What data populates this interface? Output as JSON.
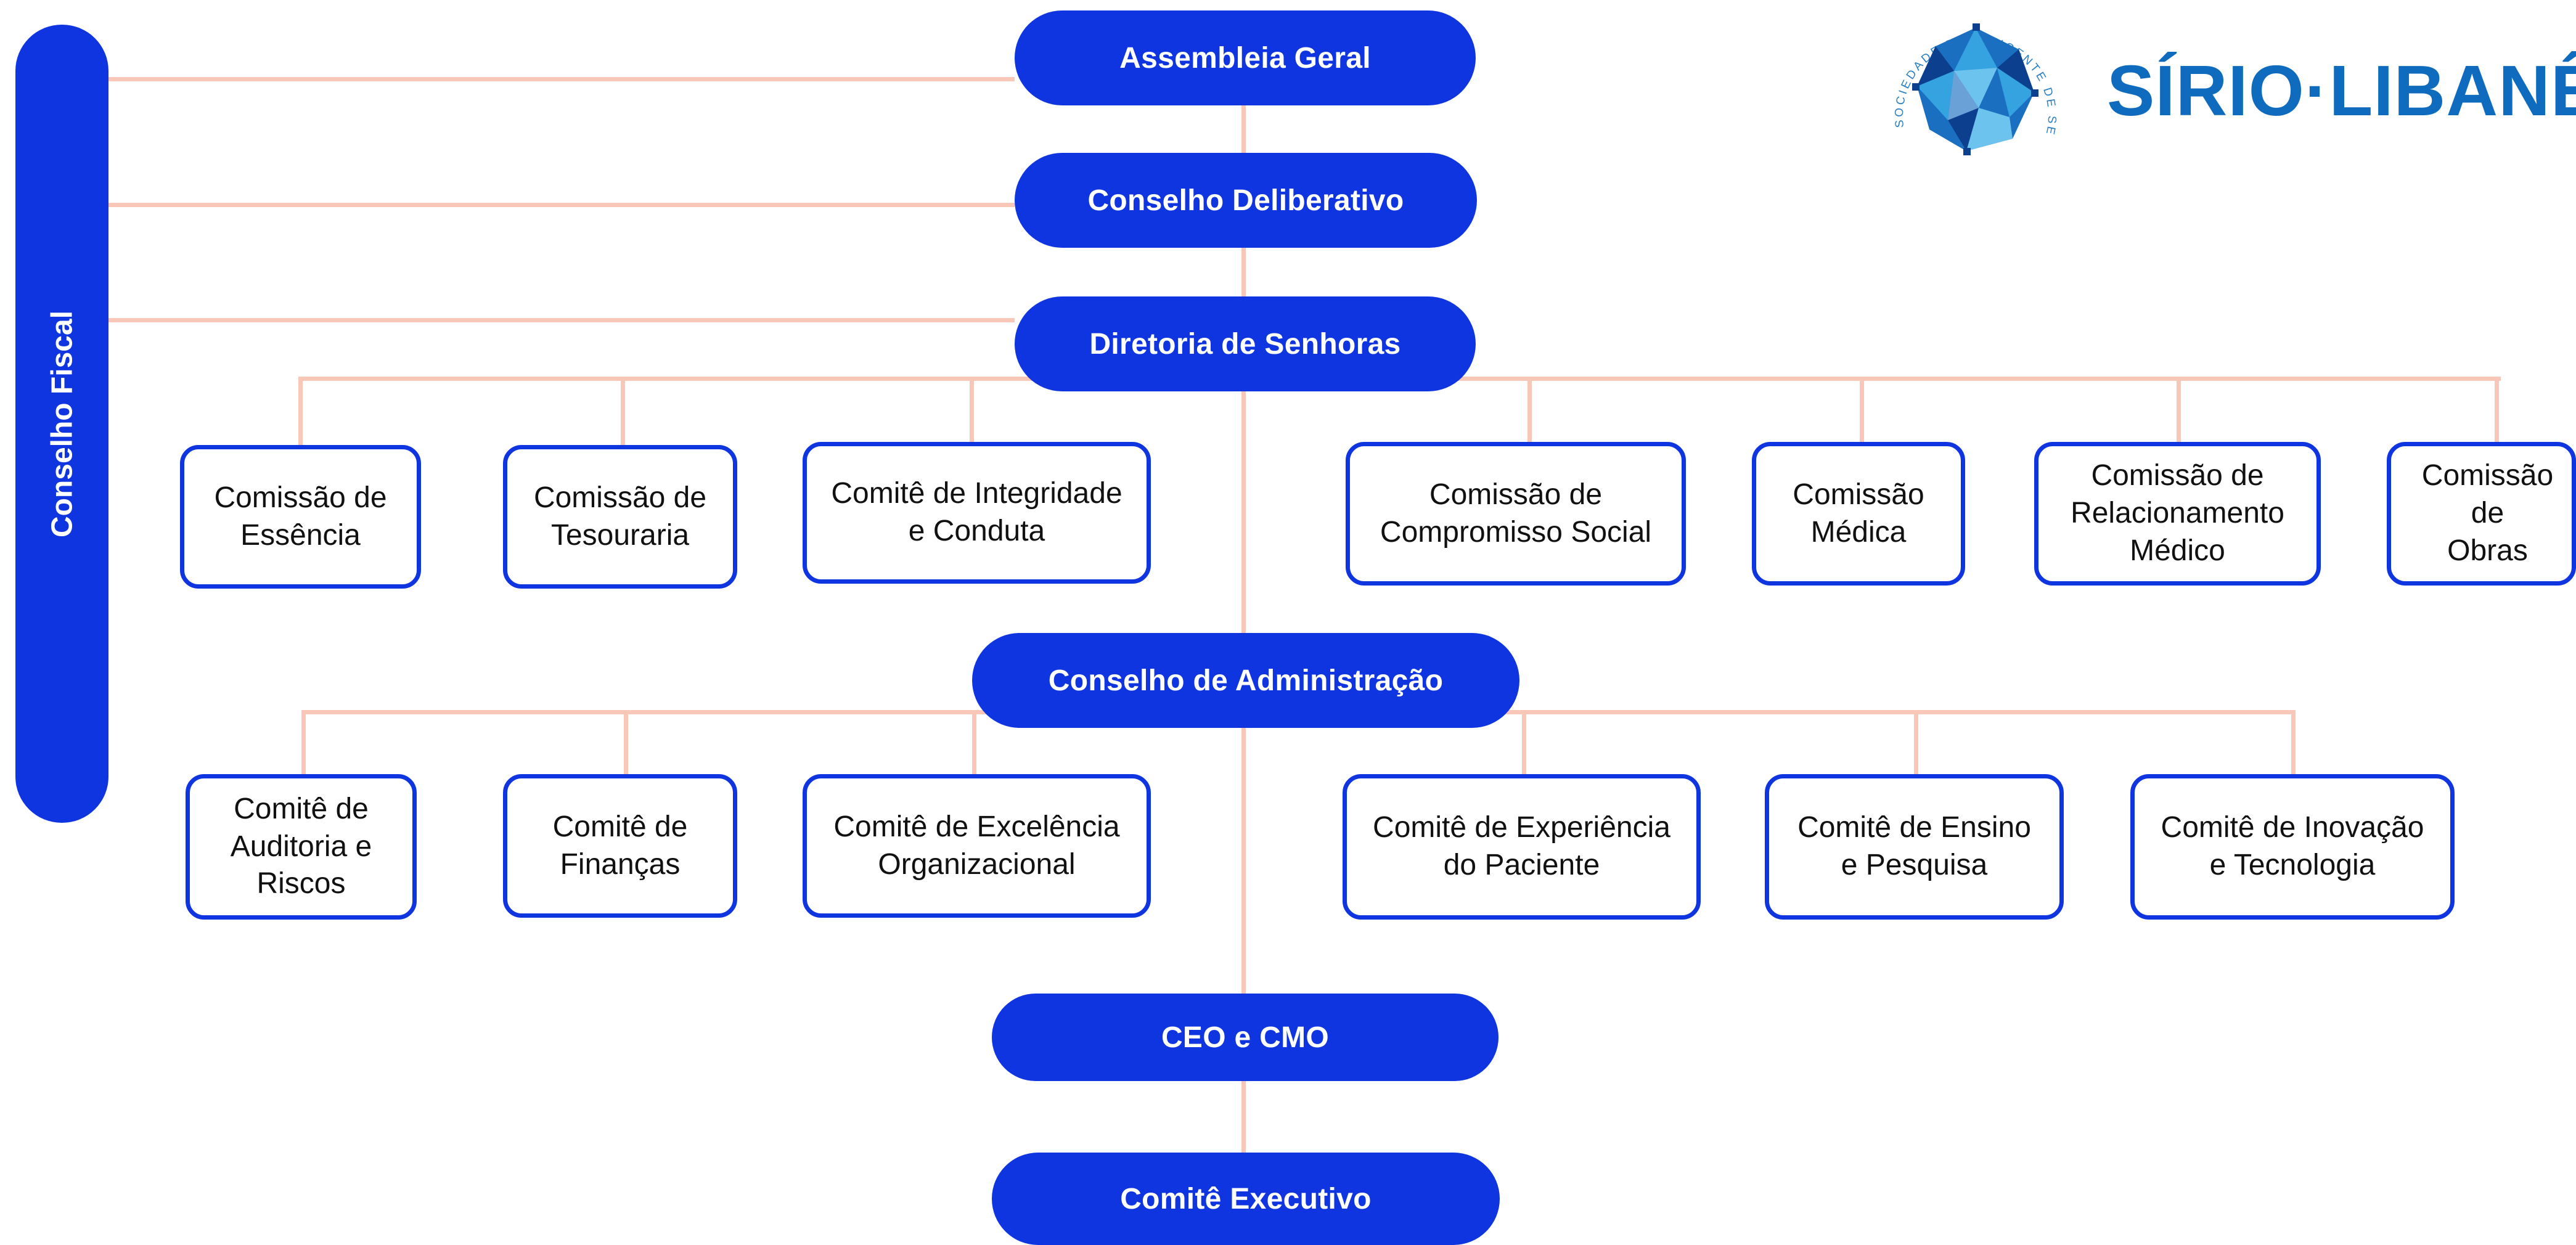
{
  "logo": {
    "wordmark": "SÍRIO·LIBANÊS",
    "seal_text": "SOCIEDADE BENEFICENTE DE SENHORAS"
  },
  "colors": {
    "node_fill": "#0f35e0",
    "connector": "#f8c7b8",
    "logo_blue": "#0f6bbd",
    "logo_light": "#34a3e0"
  },
  "side": {
    "conselho_fiscal": "Conselho Fiscal"
  },
  "spine": {
    "assembleia": "Assembleia Geral",
    "conselho_deliberativo": "Conselho Deliberativo",
    "diretoria": "Diretoria de Senhoras",
    "conselho_admin": "Conselho de Administração",
    "ceo": "CEO e CMO",
    "comite_executivo": "Comitê Executivo"
  },
  "commissions": [
    "Comissão de\nEssência",
    "Comissão de\nTesouraria",
    "Comitê de Integridade\ne Conduta",
    "Comissão de\nCompromisso Social",
    "Comissão\nMédica",
    "Comissão de\nRelacionamento\nMédico",
    "Comissão de\nObras"
  ],
  "committees": [
    "Comitê de\nAuditoria e\nRiscos",
    "Comitê de\nFinanças",
    "Comitê de Excelência\nOrganizacional",
    "Comitê de Experiência\ndo Paciente",
    "Comitê de Ensino\ne Pesquisa",
    "Comitê de Inovação\ne Tecnologia"
  ]
}
